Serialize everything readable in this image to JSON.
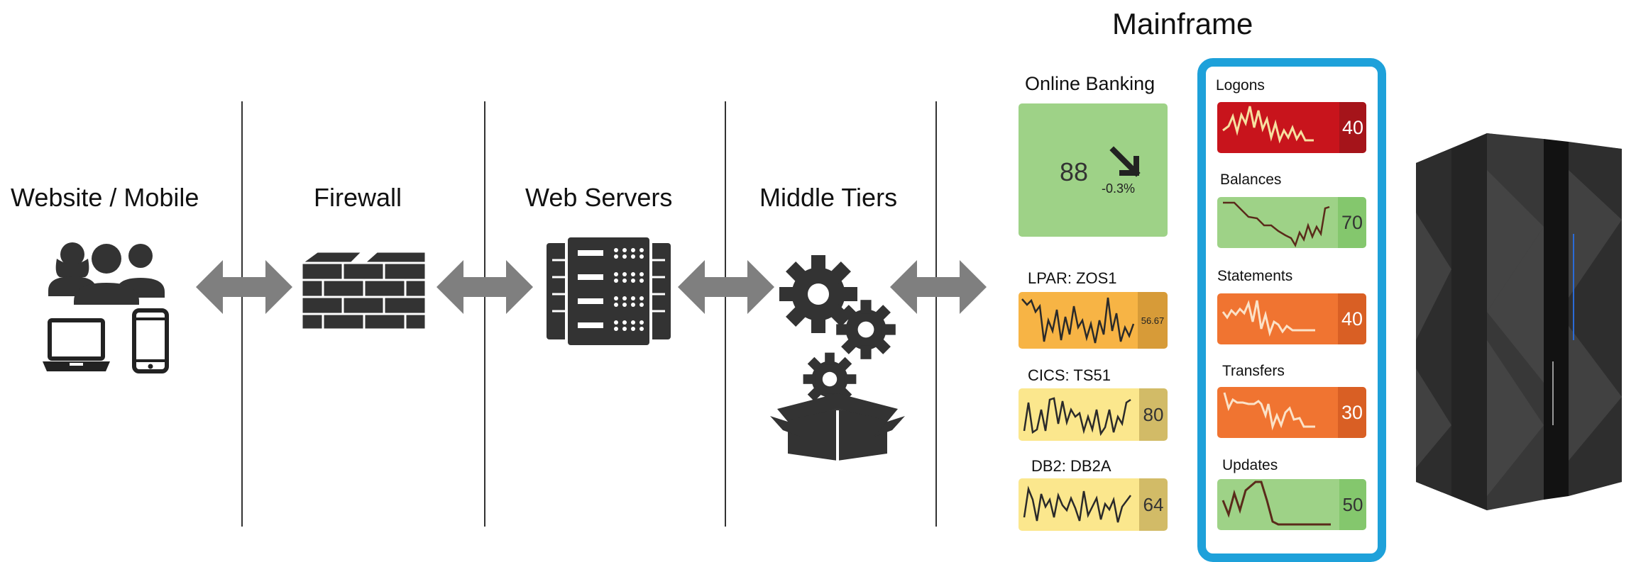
{
  "tiers": {
    "website": "Website / Mobile",
    "firewall": "Firewall",
    "webservers": "Web Servers",
    "middle": "Middle Tiers"
  },
  "mainframe": {
    "title": "Mainframe",
    "online_banking": {
      "label": "Online Banking",
      "value": "88",
      "change": "-0.3%",
      "color": "#9ed287"
    },
    "systems": [
      {
        "label": "LPAR: ZOS1",
        "value": "56.67",
        "color": "#f7b445",
        "box": "#d79b38"
      },
      {
        "label": "CICS: TS51",
        "value": "80",
        "color": "#fbe78d",
        "box": "#d2bb67"
      },
      {
        "label": "DB2: DB2A",
        "value": "64",
        "color": "#fbe78d",
        "box": "#d2bb67"
      }
    ],
    "transactions": [
      {
        "label": "Logons",
        "value": "40",
        "color": "#c8141c",
        "box": "#a5141a"
      },
      {
        "label": "Balances",
        "value": "70",
        "color": "#9ed287",
        "box": "#84c76d"
      },
      {
        "label": "Statements",
        "value": "40",
        "color": "#f07431",
        "box": "#d95f24"
      },
      {
        "label": "Transfers",
        "value": "30",
        "color": "#f07431",
        "box": "#d95f24"
      },
      {
        "label": "Updates",
        "value": "50",
        "color": "#9ed287",
        "box": "#84c76d"
      }
    ],
    "highlight_color": "#1ea1da"
  }
}
